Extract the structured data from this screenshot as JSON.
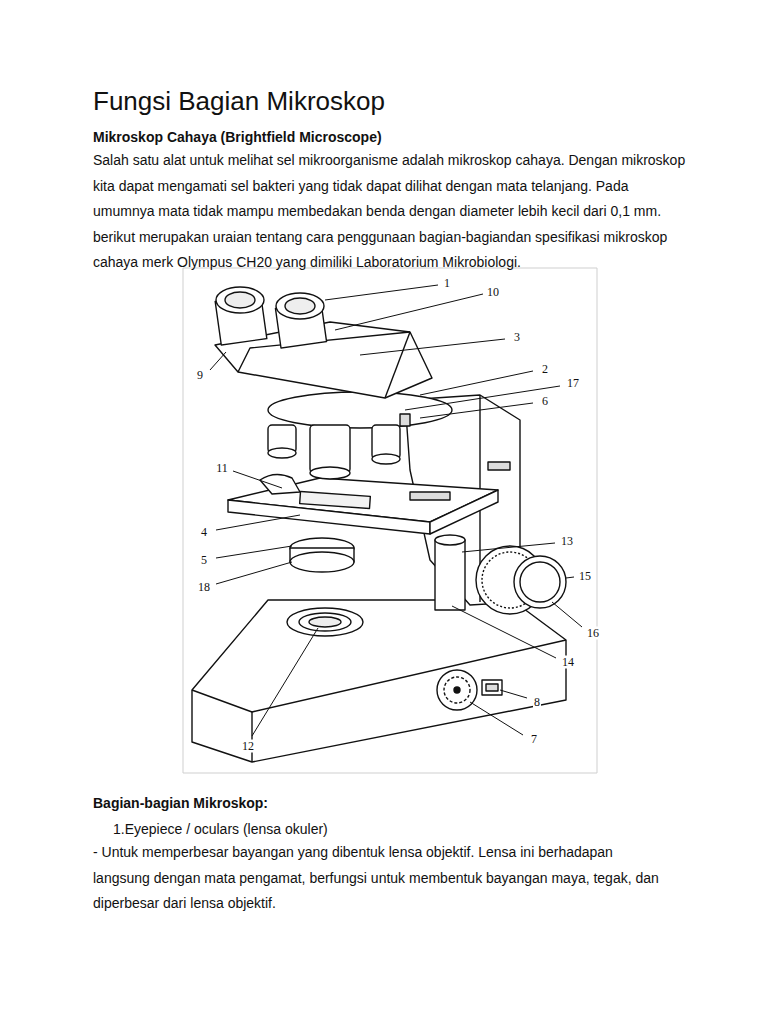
{
  "diagram": {
    "title": "Fungsi Bagian Mikroskop",
    "labels": [
      "Mikroskop Cahaya (Brightfield Microscope)",
      "Salah satu alat untuk melihat sel mikroorganisme adalah mikroskop cahaya. Dengan mikroskop kita dapat mengamati sel bakteri yang tidak dapat dilihat dengan mata telanjang. Pada umumnya mata tidak mampu membedakan benda dengan diameter lebih kecil dari 0,1 mm. berikut merupakan uraian tentang cara penggunaan bagian-bagiandan spesifikasi mikroskop cahaya merk Olympus CH20 yang dimiliki Laboratorium Mikrobiologi.",
      "1",
      "10",
      "3",
      "9",
      "2",
      "17",
      "6",
      "11",
      "4",
      "13",
      "5",
      "15",
      "18",
      "16",
      "14",
      "8",
      "7",
      "12",
      "Bagian-bagian Mikroskop:",
      "1.Eyepiece / oculars (lensa okuler)",
      "- Untuk memperbesar bayangan yang dibentuk lensa objektif. Lensa ini berhadapan langsung dengan mata pengamat, berfungsi untuk membentuk bayangan maya, tegak, dan diperbesar dari lensa objektif."
    ]
  }
}
